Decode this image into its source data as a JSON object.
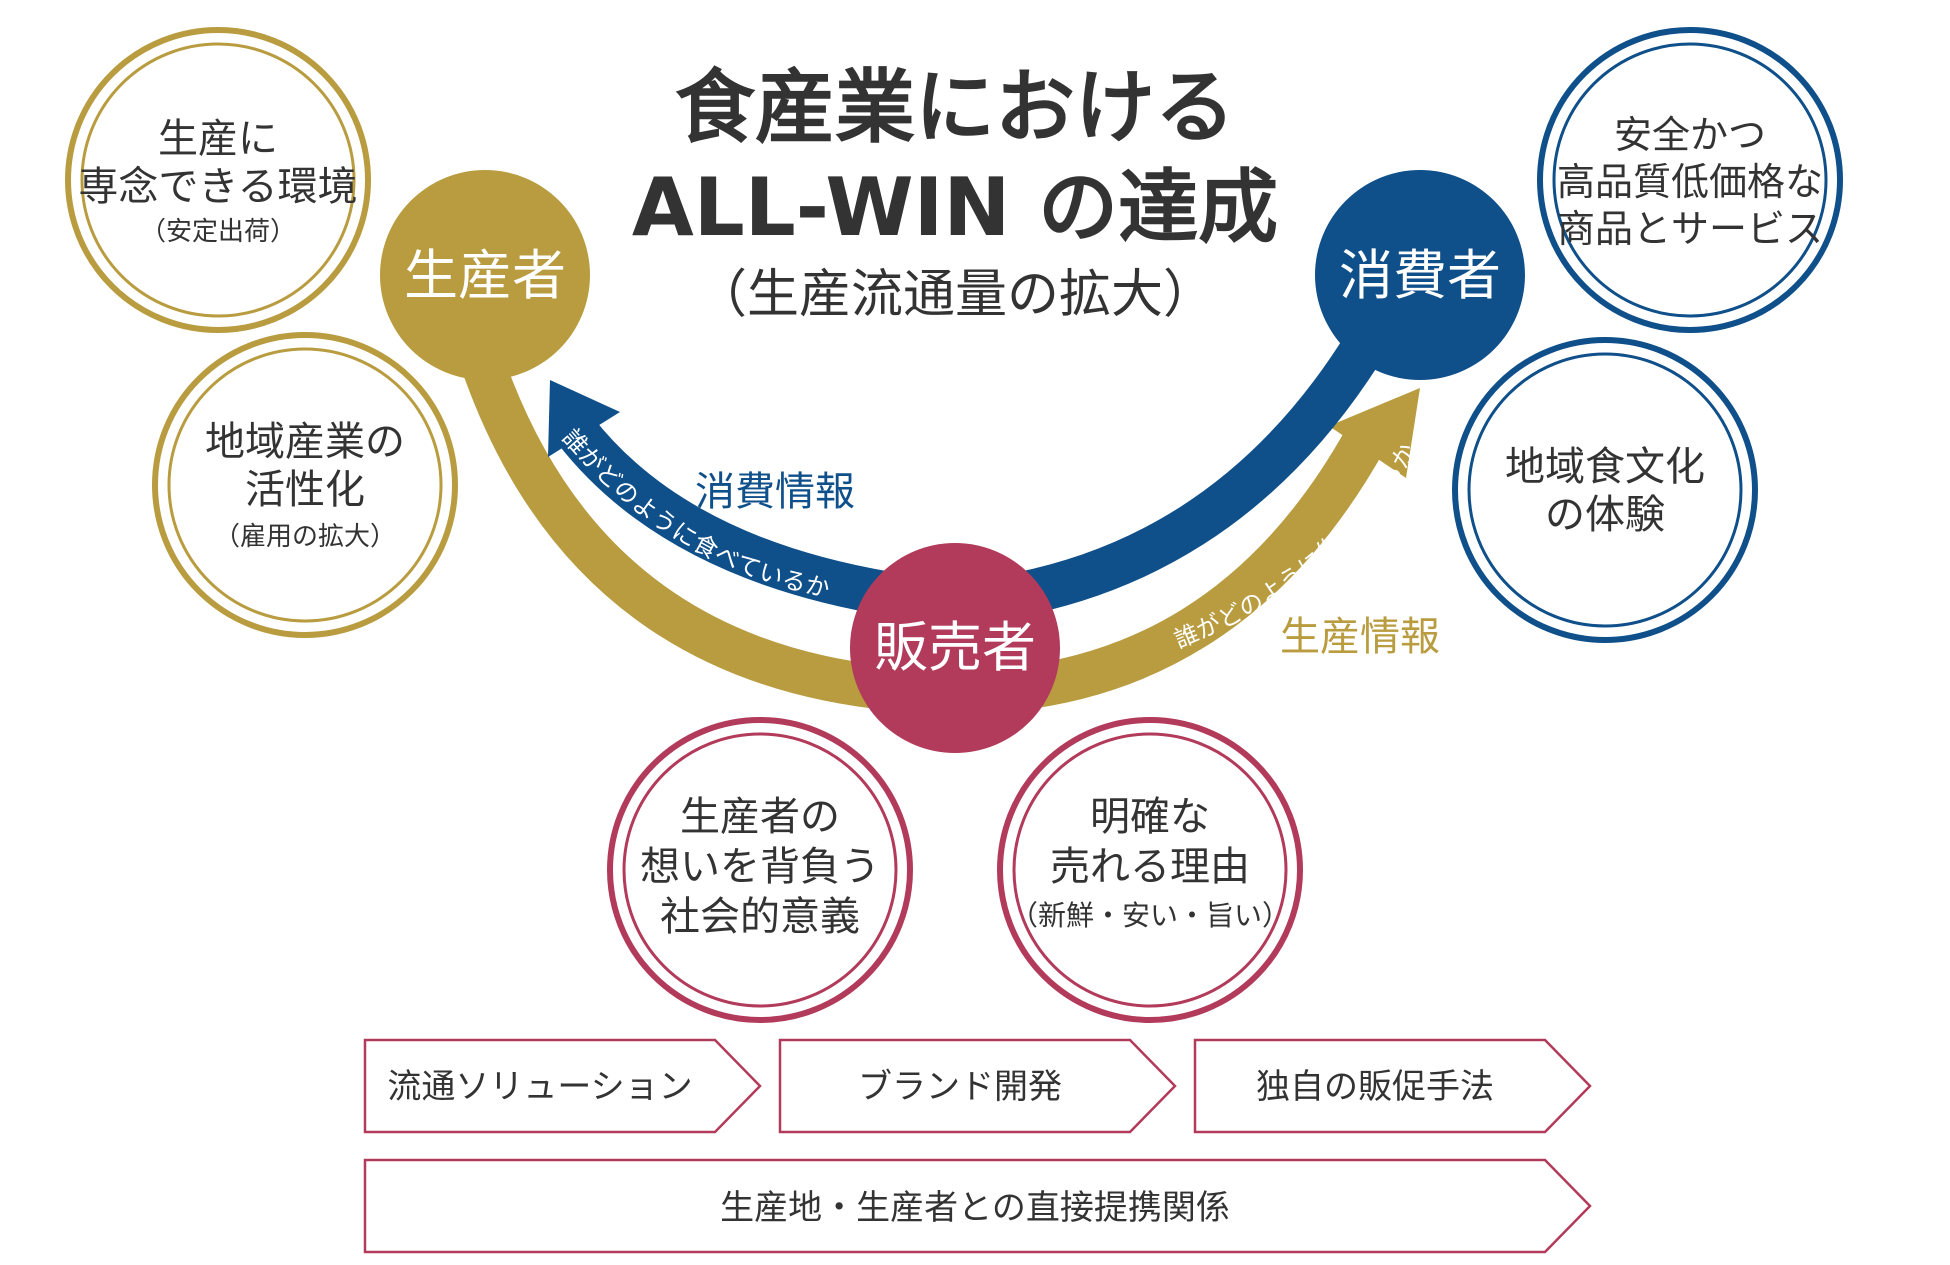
{
  "title": {
    "line1": "食産業における",
    "line2": "ALL-WIN の達成",
    "line3": "（生産流通量の拡大）"
  },
  "nodes": {
    "producer": "生産者",
    "consumer": "消費者",
    "seller": "販売者"
  },
  "flows": {
    "consumption_info": "消費情報",
    "consumption_info_detail": "誰がどのように食べているか",
    "production_info": "生産情報",
    "production_info_detail": "誰がどのように作っているか"
  },
  "producer_benefits": [
    {
      "lines": [
        "生産に",
        "専念できる環境"
      ],
      "note": "（安定出荷）"
    },
    {
      "lines": [
        "地域産業の",
        "活性化"
      ],
      "note": "（雇用の拡大）"
    }
  ],
  "consumer_benefits": [
    {
      "lines": [
        "安全かつ",
        "高品質低価格な",
        "商品とサービス"
      ]
    },
    {
      "lines": [
        "地域食文化",
        "の体験"
      ]
    }
  ],
  "seller_benefits": [
    {
      "lines": [
        "生産者の",
        "想いを背負う",
        "社会的意義"
      ]
    },
    {
      "lines": [
        "明確な",
        "売れる理由"
      ],
      "note": "（新鮮・安い・旨い）"
    }
  ],
  "solutions": [
    "流通ソリューション",
    "ブランド開発",
    "独自の販促手法"
  ],
  "foundation": "生産地・生産者との直接提携関係",
  "colors": {
    "gold": "#B89C3F",
    "navy": "#0F4F8A",
    "crimson": "#B23A5A",
    "text": "#333333"
  }
}
